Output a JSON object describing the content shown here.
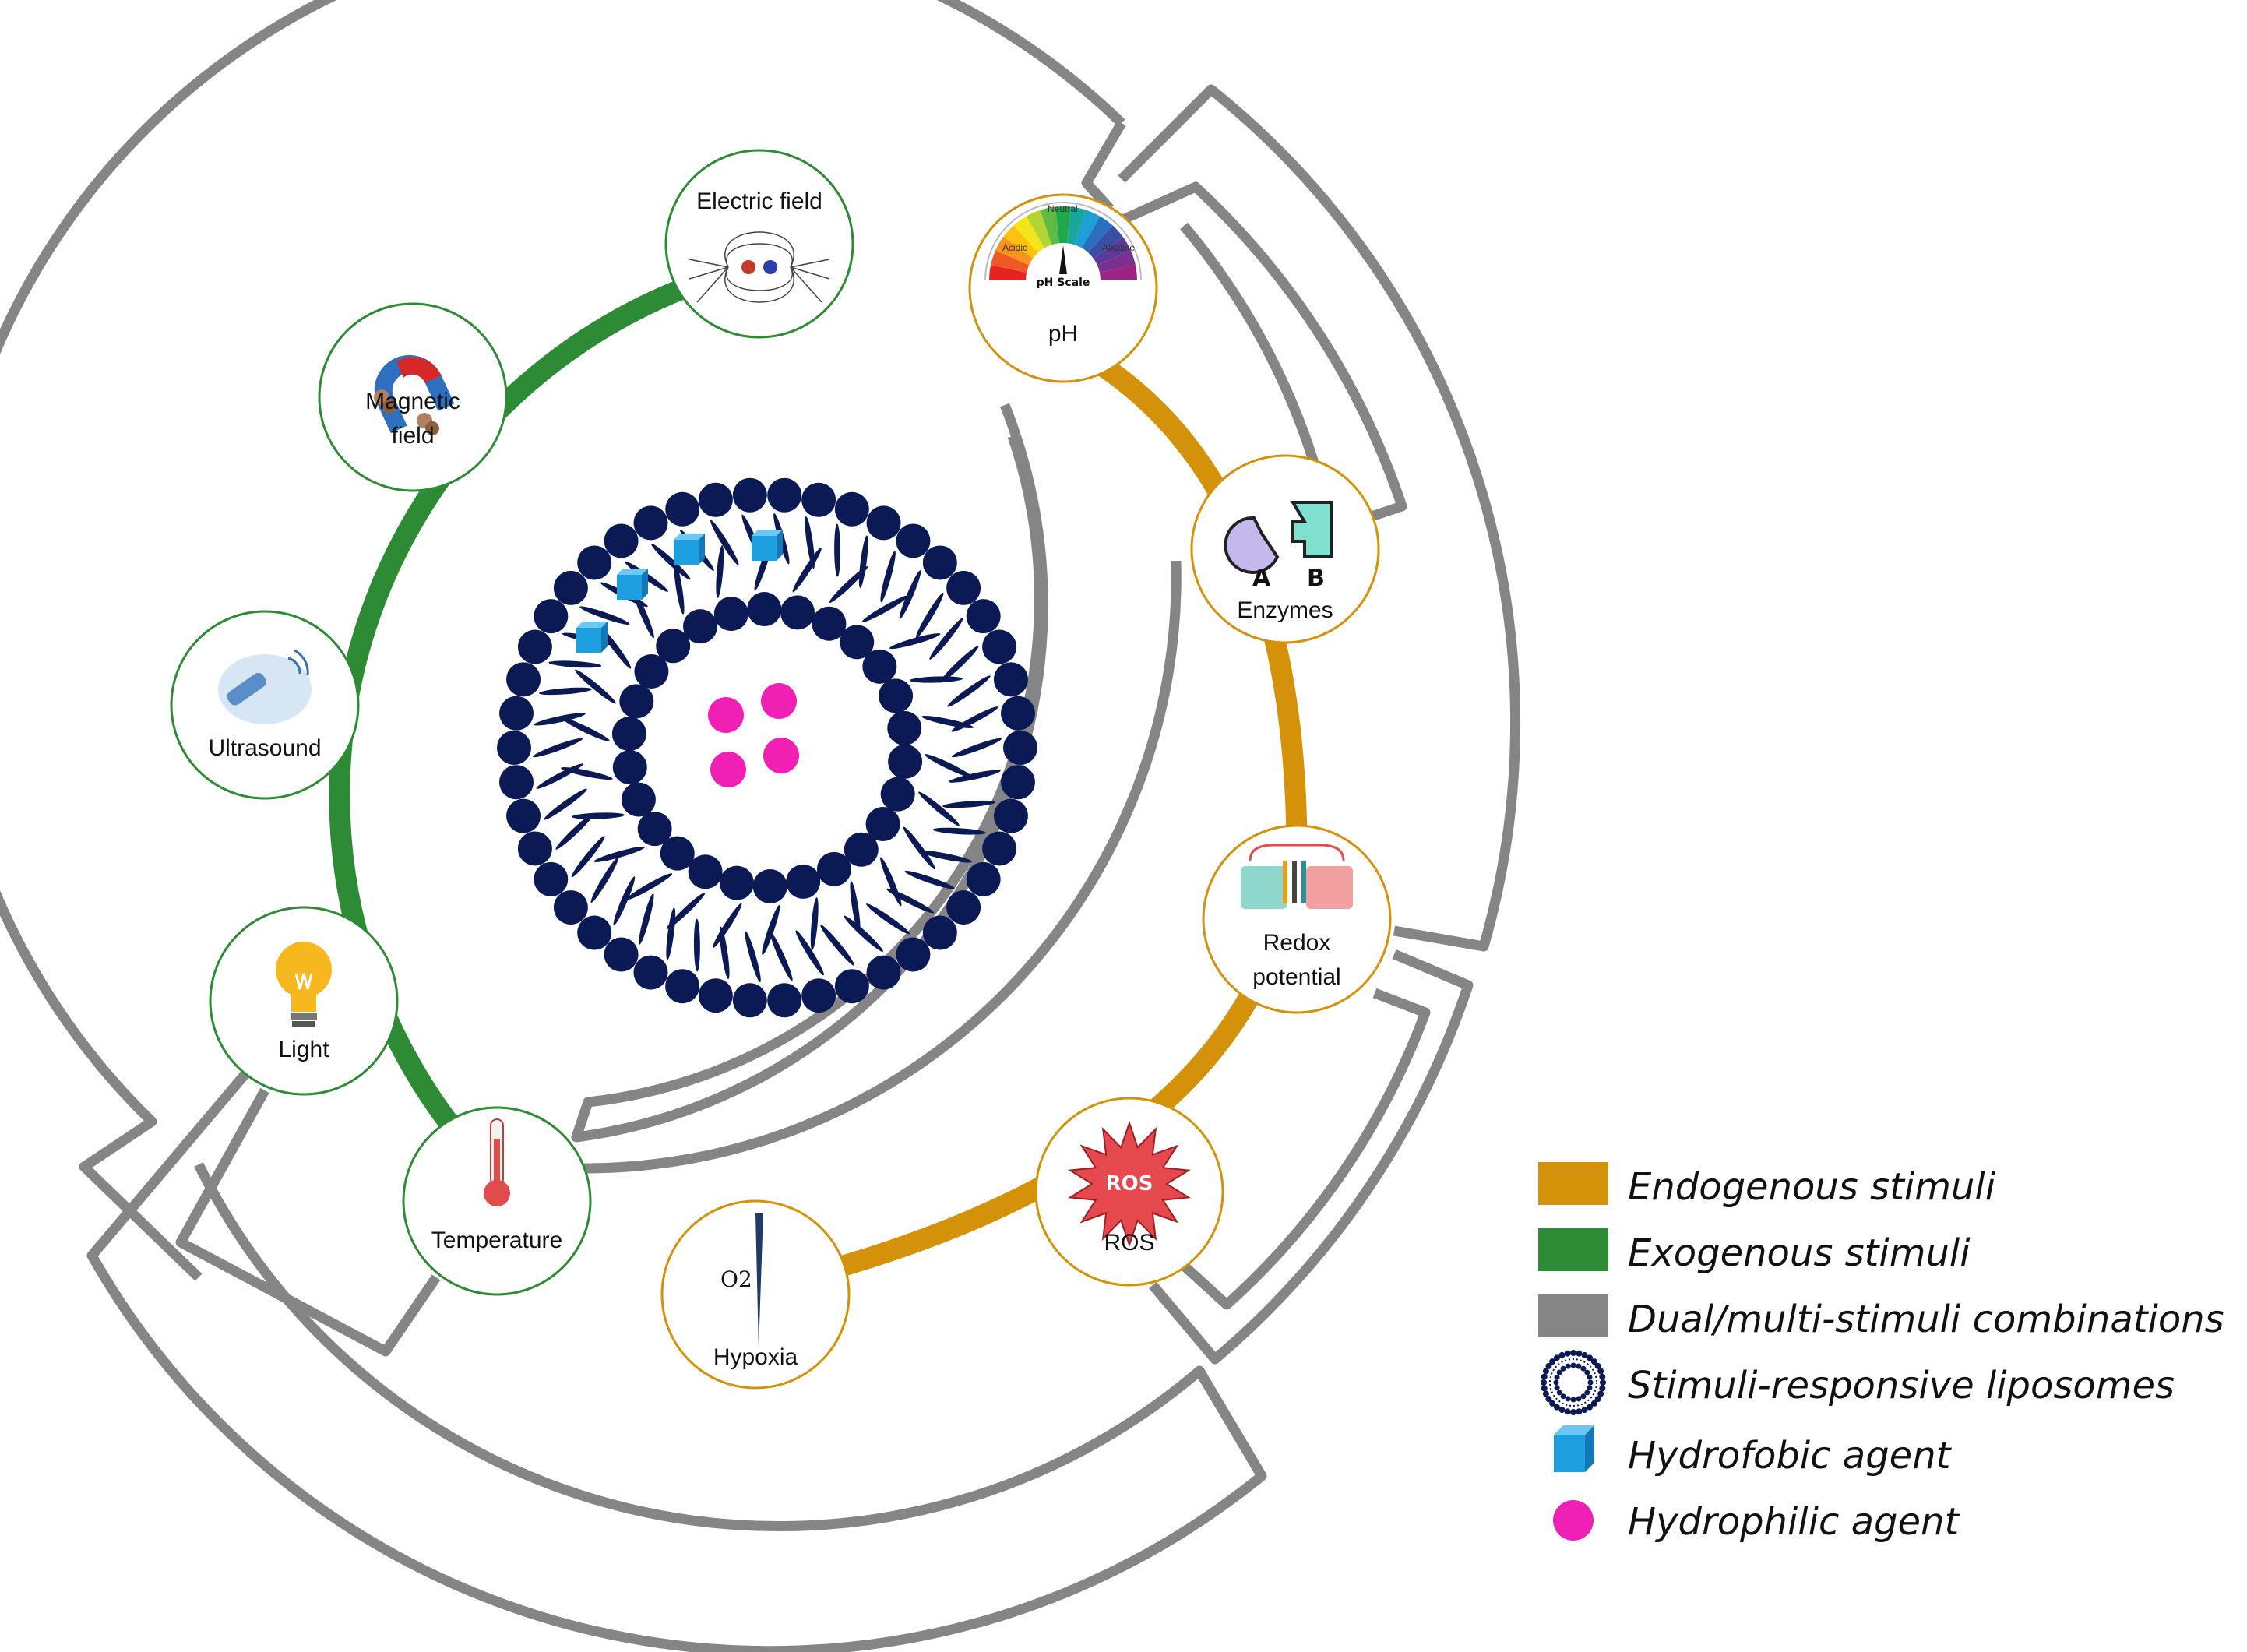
{
  "colors": {
    "endogenous": "#D4920B",
    "exogenous": "#2E8B35",
    "combination": "#858585",
    "liposome": "#0B1A54",
    "hydrophobic": "#1E9FE0",
    "hydrophilic": "#F020B4"
  },
  "exogenous_stimuli": [
    {
      "label": "Electric field",
      "icon": "electric-field-icon"
    },
    {
      "label": "Magnetic field",
      "icon": "magnet-icon"
    },
    {
      "label": "Ultrasound",
      "icon": "ultrasound-probe-icon"
    },
    {
      "label": "Light",
      "icon": "light-bulb-icon"
    },
    {
      "label": "Temperature",
      "icon": "thermometer-icon"
    }
  ],
  "endogenous_stimuli": [
    {
      "label": "pH",
      "icon": "ph-scale-icon"
    },
    {
      "label": "Enzymes",
      "icon": "enzyme-icon"
    },
    {
      "label": "Redox potential",
      "icon": "redox-cell-icon"
    },
    {
      "label": "ROS",
      "icon": "ros-burst-icon"
    },
    {
      "label": "Hypoxia",
      "icon": "oxygen-gradient-icon"
    }
  ],
  "icon_text": {
    "ph_scale": "pH Scale",
    "ph_acidic": "Acidic",
    "ph_neutral": "Neutral",
    "ph_alkaline": "Alkaline",
    "enzyme_a": "A",
    "enzyme_b": "B",
    "ros": "ROS",
    "oxygen": "O2"
  },
  "legend": [
    {
      "label": "Endogenous stimuli",
      "icon": "orange-swatch"
    },
    {
      "label": "Exogenous stimuli",
      "icon": "green-swatch"
    },
    {
      "label": "Dual/multi-stimuli combinations",
      "icon": "gray-swatch"
    },
    {
      "label": "Stimuli-responsive liposomes",
      "icon": "liposome-icon"
    },
    {
      "label": "Hydrofobic agent",
      "icon": "blue-cube-icon"
    },
    {
      "label": "Hydrophilic agent",
      "icon": "magenta-dot-icon"
    }
  ]
}
